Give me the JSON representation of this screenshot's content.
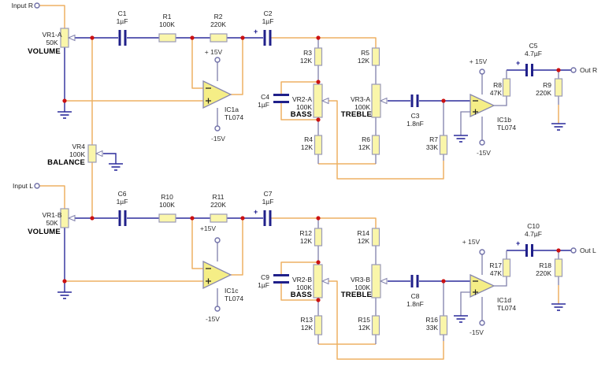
{
  "terminals": {
    "input_r": "Input R",
    "input_l": "Input L",
    "out_r": "Out R",
    "out_l": "Out L"
  },
  "pots": {
    "vr1a": {
      "ref": "VR1-A",
      "value": "50K",
      "function": "VOLUME"
    },
    "vr1b": {
      "ref": "VR1-B",
      "value": "50K",
      "function": "VOLUME"
    },
    "vr2a": {
      "ref": "VR2-A",
      "value": "100K",
      "function": "BASS"
    },
    "vr2b": {
      "ref": "VR2-B",
      "value": "100K",
      "function": "BASS"
    },
    "vr3a": {
      "ref": "VR3-A",
      "value": "100K",
      "function": "TREBLE"
    },
    "vr3b": {
      "ref": "VR3-B",
      "value": "100K",
      "function": "TREBLE"
    },
    "vr4": {
      "ref": "VR4",
      "value": "100K",
      "function": "BALANCE"
    }
  },
  "resistors": {
    "r1": {
      "ref": "R1",
      "value": "100K"
    },
    "r2": {
      "ref": "R2",
      "value": "220K"
    },
    "r3": {
      "ref": "R3",
      "value": "12K"
    },
    "r4": {
      "ref": "R4",
      "value": "12K"
    },
    "r5": {
      "ref": "R5",
      "value": "12K"
    },
    "r6": {
      "ref": "R6",
      "value": "12K"
    },
    "r7": {
      "ref": "R7",
      "value": "33K"
    },
    "r8": {
      "ref": "R8",
      "value": "47K"
    },
    "r9": {
      "ref": "R9",
      "value": "220K"
    },
    "r10": {
      "ref": "R10",
      "value": "100K"
    },
    "r11": {
      "ref": "R11",
      "value": "220K"
    },
    "r12": {
      "ref": "R12",
      "value": "12K"
    },
    "r13": {
      "ref": "R13",
      "value": "12K"
    },
    "r14": {
      "ref": "R14",
      "value": "12K"
    },
    "r15": {
      "ref": "R15",
      "value": "12K"
    },
    "r16": {
      "ref": "R16",
      "value": "33K"
    },
    "r17": {
      "ref": "R17",
      "value": "47K"
    },
    "r18": {
      "ref": "R18",
      "value": "220K"
    }
  },
  "capacitors": {
    "c1": {
      "ref": "C1",
      "value": "1µF"
    },
    "c2": {
      "ref": "C2",
      "value": "1µF",
      "polarity": "+"
    },
    "c3": {
      "ref": "C3",
      "value": "1.8nF"
    },
    "c4": {
      "ref": "C4",
      "value": "1µF"
    },
    "c5": {
      "ref": "C5",
      "value": "4.7µF",
      "polarity": "+"
    },
    "c6": {
      "ref": "C6",
      "value": "1µF"
    },
    "c7": {
      "ref": "C7",
      "value": "1µF",
      "polarity": "+"
    },
    "c8": {
      "ref": "C8",
      "value": "1.8nF"
    },
    "c9": {
      "ref": "C9",
      "value": "1µF"
    },
    "c10": {
      "ref": "C10",
      "value": "4.7µF",
      "polarity": "+"
    }
  },
  "opamps": {
    "ic1a": {
      "ref": "IC1a",
      "part": "TL074",
      "vplus": "+ 15V",
      "vminus": "-15V"
    },
    "ic1b": {
      "ref": "IC1b",
      "part": "TL074",
      "vplus": "+ 15V",
      "vminus": "-15V"
    },
    "ic1c": {
      "ref": "IC1c",
      "part": "TL074",
      "vplus": "+15V",
      "vminus": "-15V"
    },
    "ic1d": {
      "ref": "IC1d",
      "part": "TL074",
      "vplus": "+ 15V",
      "vminus": "-15V"
    }
  },
  "colors": {
    "wire": "#2b2b9b",
    "highlight_wire": "#edb163",
    "junction": "#cc1111",
    "component_fill": "#faf6aa",
    "opamp_fill": "#f5ee86",
    "capacitor": "#20208a"
  }
}
